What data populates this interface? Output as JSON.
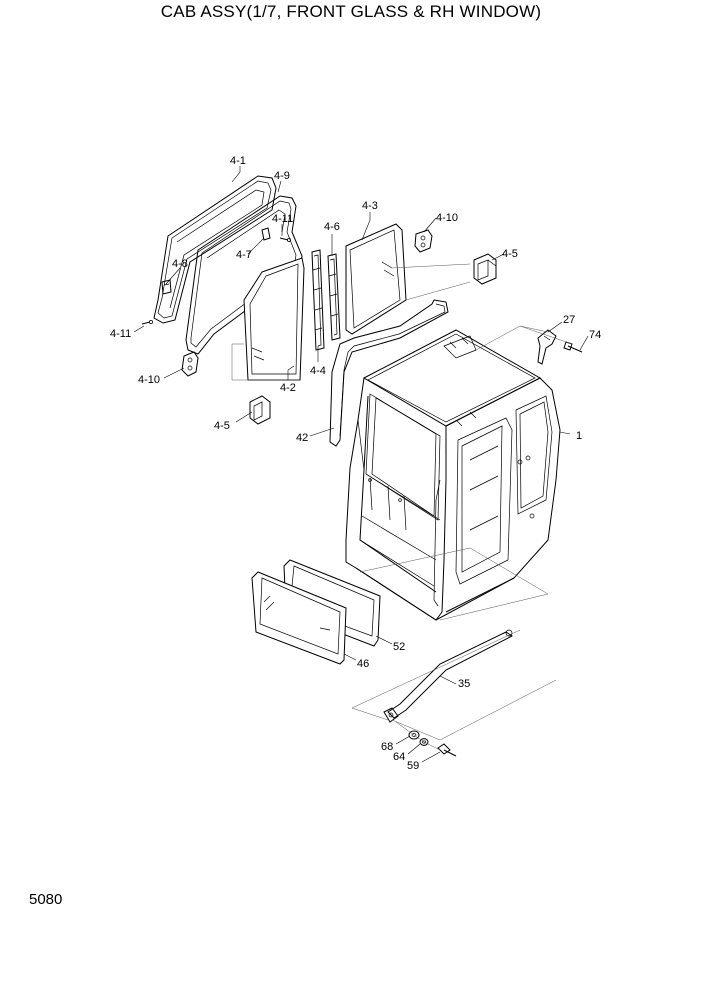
{
  "title": "CAB ASSY(1/7, FRONT GLASS & RH WINDOW)",
  "page_number": "5080",
  "callouts": {
    "p4_1": "4-1",
    "p4_9": "4-9",
    "p4_11_top": "4-11",
    "p4_7": "4-7",
    "p4_8": "4-8",
    "p4_11_left": "4-11",
    "p4_10_left": "4-10",
    "p4_5_left": "4-5",
    "p4_2": "4-2",
    "p4_4": "4-4",
    "p4_6": "4-6",
    "p4_3": "4-3",
    "p4_10_right": "4-10",
    "p4_5_right": "4-5",
    "p42": "42",
    "p27": "27",
    "p74": "74",
    "p1": "1",
    "p52": "52",
    "p46": "46",
    "p35": "35",
    "p68": "68",
    "p64": "64",
    "p59": "59"
  }
}
